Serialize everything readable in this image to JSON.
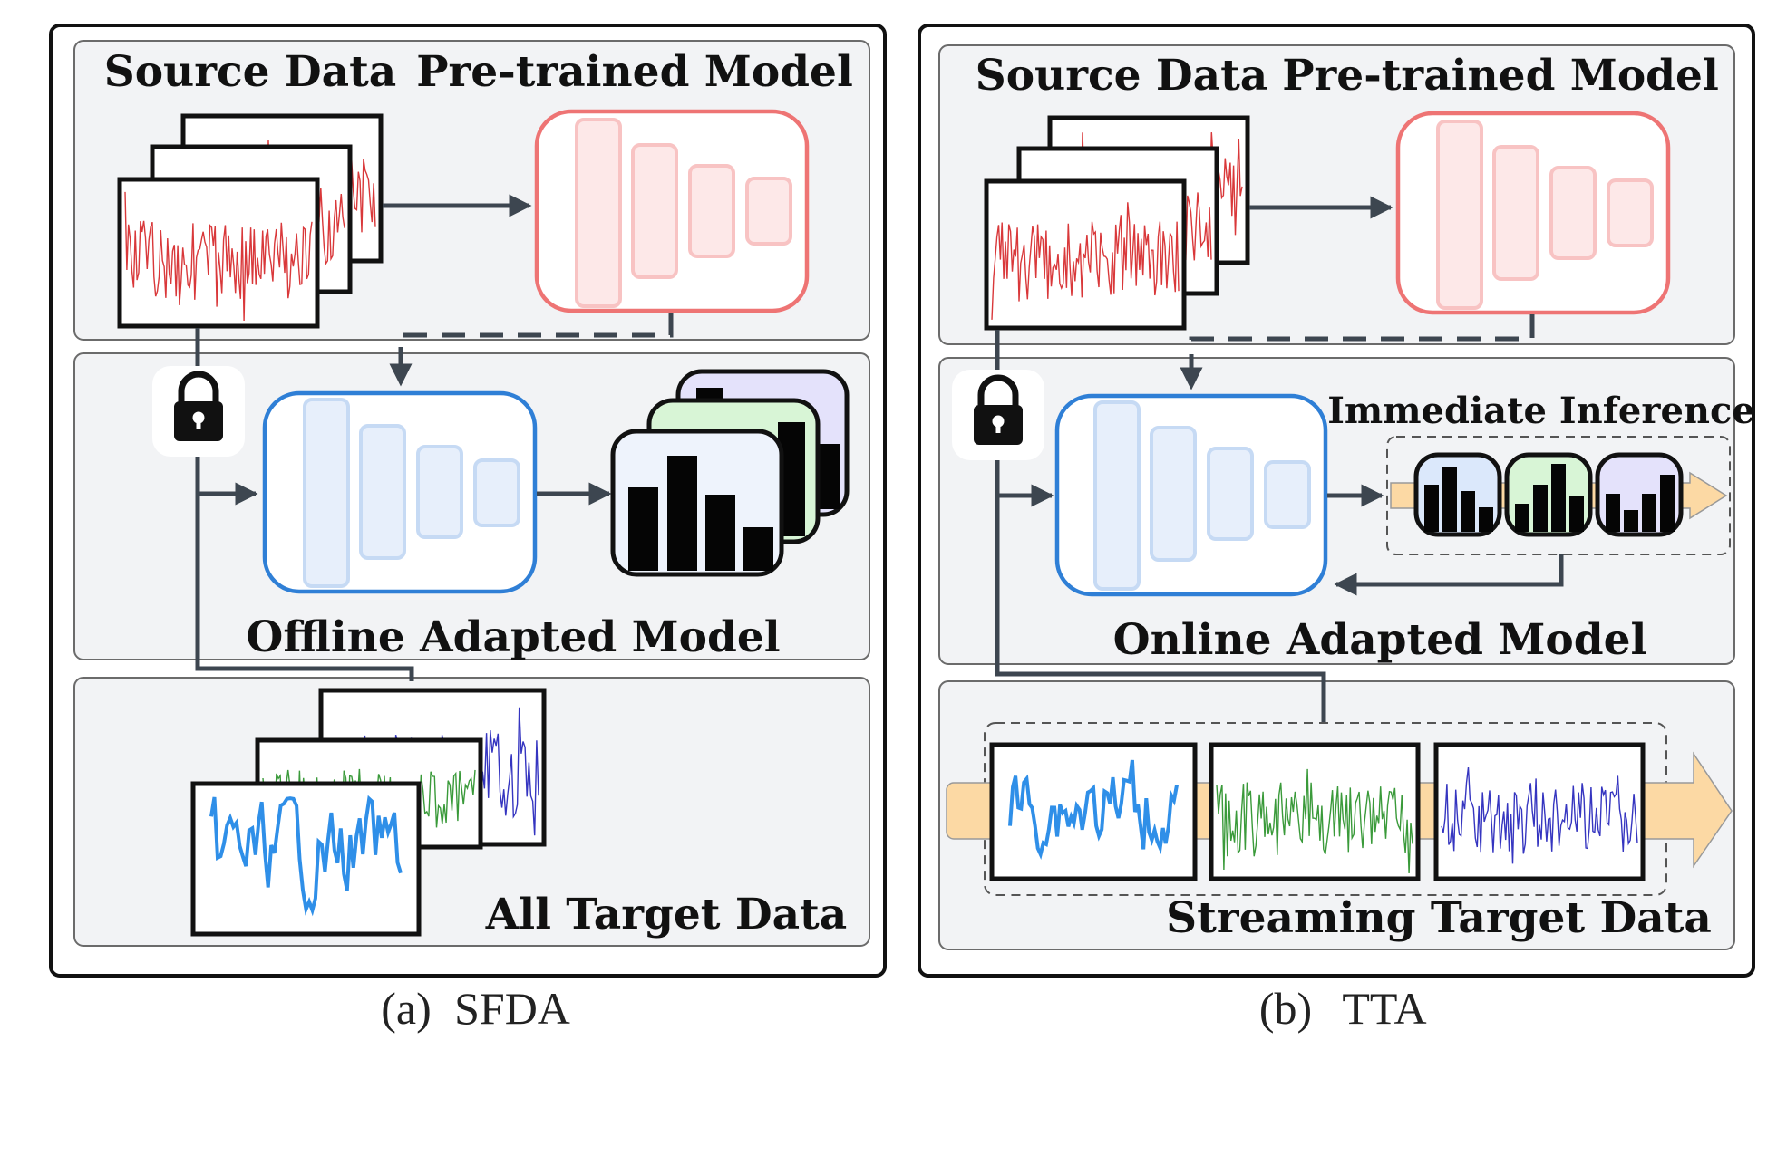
{
  "panel_a": {
    "source_label": "Source Data",
    "pretrained_label": "Pre-trained Model",
    "adapted_label": "Offline Adapted Model",
    "target_label": "All Target Data",
    "caption_tag": "(a)",
    "caption_name": "SFDA"
  },
  "panel_b": {
    "source_label": "Source Data",
    "pretrained_label": "Pre-trained Model",
    "adapted_label": "Online Adapted Model",
    "inference_label": "Immediate Inference",
    "target_label": "Streaming Target Data",
    "caption_tag": "(b)",
    "caption_name": "TTA"
  },
  "colors": {
    "source_signal": "#d9383a",
    "target_signal_smooth": "#2f8fe8",
    "target_signal_green": "#3a9a3a",
    "target_signal_blue": "#3535c0",
    "pretrained_model": "#ee7474",
    "adapted_model": "#2f7fd6",
    "stream_arrow": "#fcd9a4",
    "output_card_blue": "#dbe8fb",
    "output_card_green": "#d8f5d6",
    "output_card_lavender": "#e4e2fb"
  },
  "icons": {
    "lock": "lock-icon",
    "stream": "stream-arrow"
  }
}
